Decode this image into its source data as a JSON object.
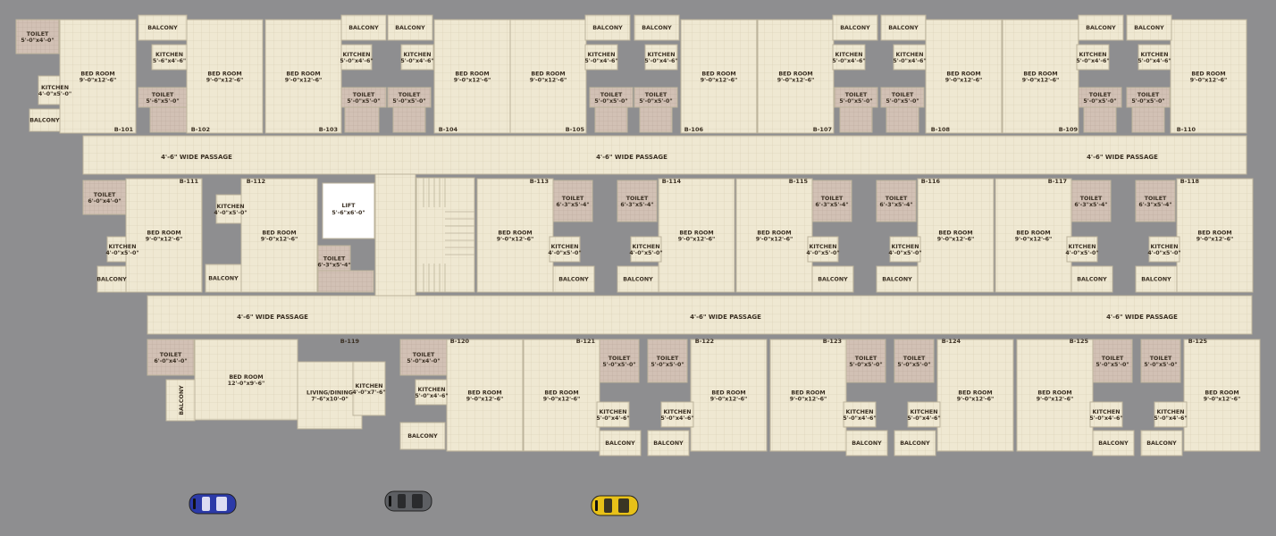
{
  "colors": {
    "background": "#8e8e90",
    "floor": "#efe8d2",
    "floor_grid": "#d6ccb2",
    "toilet": "#d2c1b5",
    "toilet_grid": "#b8a79a",
    "wall": "#bdb49c",
    "text": "#3a2f22",
    "lift": "#ffffff"
  },
  "labels": {
    "toilet": "TOILET",
    "kitchen": "KITCHEN",
    "bedroom": "BED ROOM",
    "balcony": "BALCONY",
    "living_dining": "LIVING/DINING",
    "lift": "LIFT",
    "wide_passage": "4'-6\" WIDE PASSAGE"
  },
  "dims": {
    "lift": "5'-6\"x6'-0\"",
    "b101_toilet": "5'-0\"x4'-0\"",
    "b101_kitchen": "4'-0\"x5'-0\"",
    "b101_bed": "9'-0\"x12'-6\"",
    "b102_kitchen": "5'-6\"x4'-6\"",
    "b102_toilet": "5'-6\"x5'-0\"",
    "b102_bed": "9'-0\"x12'-6\"",
    "upper_bed": "9'-0\"x12'-6\"",
    "upper_kitchen": "5'-0\"x4'-6\"",
    "upper_toilet": "5'-0\"x5'-0\"",
    "b111_toilet": "6'-0\"x4'-0\"",
    "b111_kitchen": "4'-0\"x5'-0\"",
    "b111_bed": "9'-0\"x12'-6\"",
    "b112_kitchen": "4'-0\"x5'-0\"",
    "b112_bed": "9'-0\"x12'-6\"",
    "b112_toilet": "6'-3\"x5'-4\"",
    "mid_toilet": "6'-3\"x5'-4\"",
    "mid_kitchen": "4'-0\"x5'-0\"",
    "mid_bed": "9'-0\"x12'-6\"",
    "b119_toilet": "6'-0\"x4'-0\"",
    "b119_bed": "12'-0\"x9'-6\"",
    "b119_living": "7'-6\"x10'-0\"",
    "b119_kitchen": "4'-0\"x7'-6\"",
    "b120_toilet": "5'-0\"x4'-0\"",
    "b120_kitchen": "5'-0\"x4'-6\"",
    "lower_bed": "9'-0\"x12'-6\"",
    "lower_toilet": "5'-0\"x5'-0\"",
    "lower_kitchen": "5'-0\"x4'-6\""
  },
  "units": [
    "B-101",
    "B-102",
    "B-103",
    "B-104",
    "B-105",
    "B-106",
    "B-107",
    "B-108",
    "B-109",
    "B-110",
    "B-111",
    "B-112",
    "B-113",
    "B-114",
    "B-115",
    "B-116",
    "B-117",
    "B-118",
    "B-119",
    "B-120",
    "B-121",
    "B-122",
    "B-123",
    "B-124",
    "B-125"
  ],
  "cars": [
    "blue-car",
    "grey-car",
    "yellow-car"
  ]
}
